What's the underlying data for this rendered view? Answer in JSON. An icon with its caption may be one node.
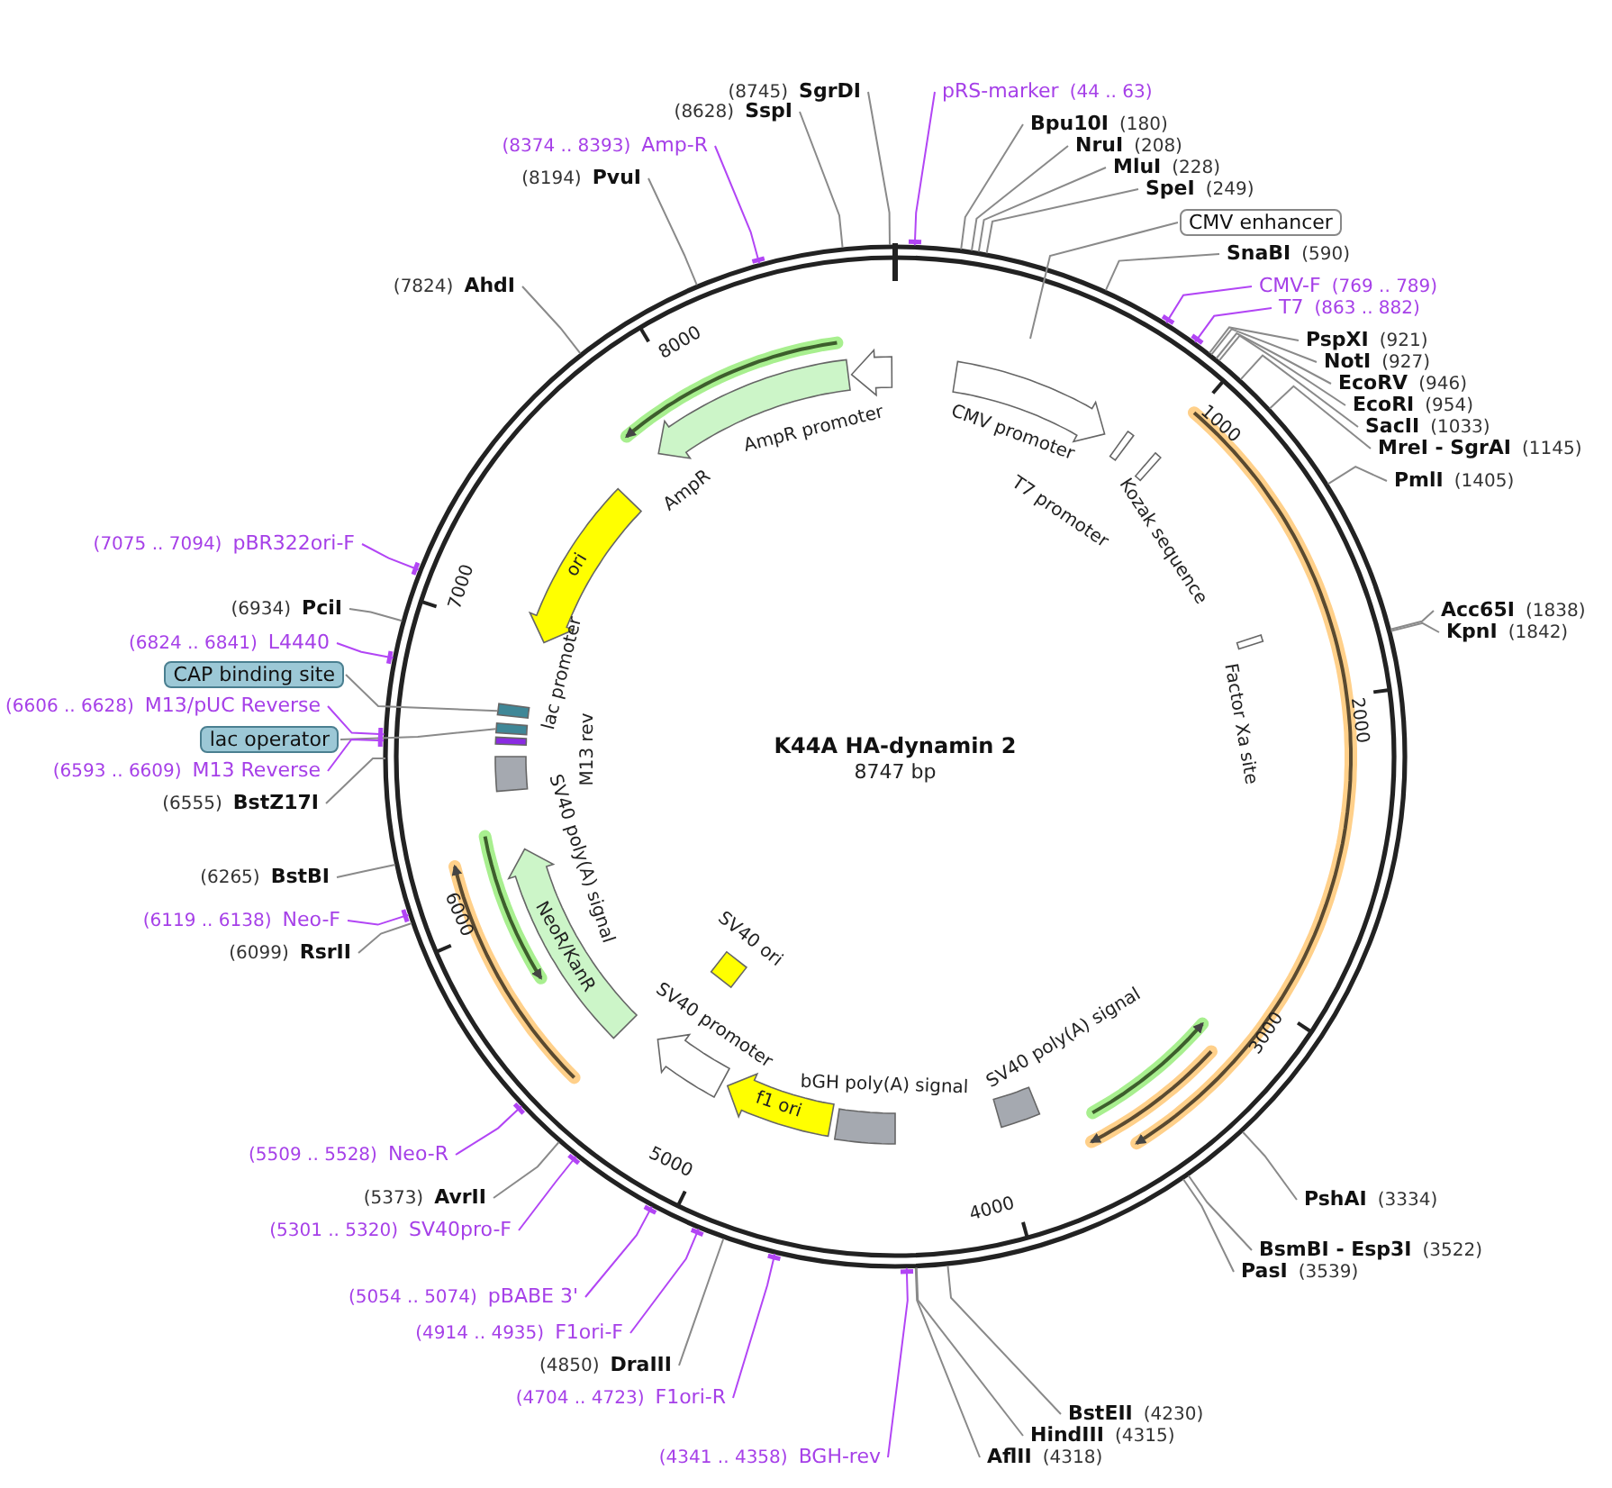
{
  "diagram": {
    "title": "K44A HA-dynamin 2",
    "nodes": [
      {
        "text": [
          "(8745)",
          "SgrDI"
        ]
      },
      {
        "text": [
          "(8628)",
          "SspI"
        ]
      },
      {
        "text": [
          "(8374 .. 8393)",
          "Amp-R"
        ]
      },
      {
        "text": [
          "(8194)",
          "PvuI"
        ]
      },
      {
        "text": [
          "(7824)",
          "AhdI"
        ]
      },
      {
        "text": [
          "(7075 .. 7094)",
          "pBR322ori-F"
        ]
      },
      {
        "text": [
          "(6934)",
          "PciI"
        ]
      },
      {
        "text": [
          "(6824 .. 6841)",
          "L4440"
        ]
      },
      {
        "text": [
          "CAP binding site"
        ]
      },
      {
        "text": [
          "(6606 .. 6628)",
          "M13/pUC Reverse"
        ]
      },
      {
        "text": [
          "lac operator"
        ]
      },
      {
        "text": [
          "(6593 .. 6609)",
          "M13 Reverse"
        ]
      },
      {
        "text": [
          "(6555)",
          "BstZ17I"
        ]
      },
      {
        "text": [
          "(6265)",
          "BstBI"
        ]
      },
      {
        "text": [
          "(6119 .. 6138)",
          "Neo-F"
        ]
      },
      {
        "text": [
          "(6099)",
          "RsrII"
        ]
      },
      {
        "text": [
          "(5509 .. 5528)",
          "Neo-R"
        ]
      },
      {
        "text": [
          "(5373)",
          "AvrII"
        ]
      },
      {
        "text": [
          "(5301 .. 5320)",
          "SV40pro-F"
        ]
      },
      {
        "text": [
          "(5054 .. 5074)",
          "pBABE 3'"
        ]
      },
      {
        "text": [
          "(4914 .. 4935)",
          "F1ori-F"
        ]
      },
      {
        "text": [
          "(4850)",
          "DraIII"
        ]
      },
      {
        "text": [
          "(4704 .. 4723)",
          "F1ori-R"
        ]
      },
      {
        "text": [
          "(4341 .. 4358)",
          "BGH-rev"
        ]
      },
      {
        "text": [
          "pRS-marker",
          "(44 .. 63)"
        ]
      },
      {
        "text": [
          "Bpu10I",
          "(180)"
        ]
      },
      {
        "text": [
          "NruI",
          "(208)"
        ]
      },
      {
        "text": [
          "MluI",
          "(228)"
        ]
      },
      {
        "text": [
          "SpeI",
          "(249)"
        ]
      },
      {
        "text": [
          "CMV enhancer"
        ]
      },
      {
        "text": [
          "SnaBI",
          "(590)"
        ]
      },
      {
        "text": [
          "CMV-F",
          "(769 .. 789)"
        ]
      },
      {
        "text": [
          "T7",
          "(863 .. 882)"
        ]
      },
      {
        "text": [
          "PspXI",
          "(921)"
        ]
      },
      {
        "text": [
          "NotI",
          "(927)"
        ]
      },
      {
        "text": [
          "EcoRV",
          "(946)"
        ]
      },
      {
        "text": [
          "EcoRI",
          "(954)"
        ]
      },
      {
        "text": [
          "SacII",
          "(1033)"
        ]
      },
      {
        "text": [
          "MreI - SgrAI",
          "(1145)"
        ]
      },
      {
        "text": [
          "PmlI",
          "(1405)"
        ]
      },
      {
        "text": [
          "Acc65I",
          "(1838)"
        ]
      },
      {
        "text": [
          "KpnI",
          "(1842)"
        ]
      },
      {
        "text": [
          "PshAI",
          "(3334)"
        ]
      },
      {
        "text": [
          "BsmBI - Esp3I",
          "(3522)"
        ]
      },
      {
        "text": [
          "PasI",
          "(3539)"
        ]
      },
      {
        "text": [
          "BstEII",
          "(4230)"
        ]
      },
      {
        "text": [
          "HindIII",
          "(4315)"
        ]
      },
      {
        "text": [
          "AflII",
          "(4318)"
        ]
      },
      {
        "text": [
          "AmpR promoter"
        ]
      },
      {
        "text": [
          "AmpR"
        ]
      },
      {
        "text": [
          "ori"
        ]
      },
      {
        "text": [
          "CMV promoter"
        ]
      },
      {
        "text": [
          "T7 promoter"
        ]
      },
      {
        "text": [
          "Kozak sequence"
        ]
      },
      {
        "text": [
          "Factor Xa site"
        ]
      },
      {
        "text": [
          "lac promoter"
        ]
      },
      {
        "text": [
          "M13 rev"
        ]
      },
      {
        "text": [
          "SV40 poly(A) signal"
        ]
      },
      {
        "text": [
          "NeoR/KanR"
        ]
      },
      {
        "text": [
          "SV40 ori"
        ]
      },
      {
        "text": [
          "SV40 promoter"
        ]
      },
      {
        "text": [
          "f1 ori"
        ]
      },
      {
        "text": [
          "bGH poly(A) signal"
        ]
      },
      {
        "text": [
          "SV40 poly(A) signal"
        ]
      },
      {
        "text": [],
        "shape": "box"
      },
      {
        "text": [],
        "shape": "box"
      }
    ],
    "edges": [
      {
        "from": 0,
        "to": null,
        "arrow": "none"
      },
      {
        "from": 1,
        "to": null,
        "arrow": "none"
      },
      {
        "from": 2,
        "to": null,
        "arrow": "none",
        "color": "#b245f5"
      },
      {
        "from": 3,
        "to": null,
        "arrow": "none"
      },
      {
        "from": 4,
        "to": null,
        "arrow": "none"
      },
      {
        "from": 5,
        "to": null,
        "arrow": "none",
        "color": "#b245f5"
      },
      {
        "from": 6,
        "to": null,
        "arrow": "none"
      },
      {
        "from": 7,
        "to": null,
        "arrow": "none",
        "color": "#b245f5"
      },
      {
        "from": 8,
        "to": 64,
        "arrow": "none"
      },
      {
        "from": 9,
        "to": null,
        "arrow": "none",
        "color": "#b245f5"
      },
      {
        "from": 10,
        "to": 65,
        "arrow": "none"
      },
      {
        "from": 11,
        "to": null,
        "arrow": "none",
        "color": "#b245f5"
      },
      {
        "from": 12,
        "to": null,
        "arrow": "none"
      },
      {
        "from": 13,
        "to": null,
        "arrow": "none"
      },
      {
        "from": 14,
        "to": null,
        "arrow": "none",
        "color": "#b245f5"
      },
      {
        "from": 15,
        "to": null,
        "arrow": "none"
      },
      {
        "from": 16,
        "to": null,
        "arrow": "none",
        "color": "#b245f5"
      },
      {
        "from": 17,
        "to": null,
        "arrow": "none"
      },
      {
        "from": 18,
        "to": null,
        "arrow": "none",
        "color": "#b245f5"
      },
      {
        "from": 19,
        "to": null,
        "arrow": "none",
        "color": "#b245f5"
      },
      {
        "from": 20,
        "to": null,
        "arrow": "none",
        "color": "#b245f5"
      },
      {
        "from": 21,
        "to": null,
        "arrow": "none"
      },
      {
        "from": 22,
        "to": null,
        "arrow": "none",
        "color": "#b245f5"
      },
      {
        "from": 23,
        "to": null,
        "arrow": "none",
        "color": "#b245f5"
      },
      {
        "from": 24,
        "to": null,
        "arrow": "none",
        "color": "#b245f5"
      },
      {
        "from": 25,
        "to": null,
        "arrow": "none"
      },
      {
        "from": 26,
        "to": null,
        "arrow": "none"
      },
      {
        "from": 27,
        "to": null,
        "arrow": "none"
      },
      {
        "from": 28,
        "to": null,
        "arrow": "none"
      },
      {
        "from": 29,
        "to": null,
        "arrow": "none"
      },
      {
        "from": 30,
        "to": null,
        "arrow": "none"
      },
      {
        "from": 31,
        "to": null,
        "arrow": "none",
        "color": "#b245f5"
      },
      {
        "from": 32,
        "to": null,
        "arrow": "none",
        "color": "#b245f5"
      },
      {
        "from": 33,
        "to": null,
        "arrow": "none"
      },
      {
        "from": 34,
        "to": null,
        "arrow": "none"
      },
      {
        "from": 35,
        "to": null,
        "arrow": "none"
      },
      {
        "from": 36,
        "to": null,
        "arrow": "none"
      },
      {
        "from": 37,
        "to": null,
        "arrow": "none"
      },
      {
        "from": 38,
        "to": null,
        "arrow": "none"
      },
      {
        "from": 39,
        "to": null,
        "arrow": "none"
      },
      {
        "from": 40,
        "to": null,
        "arrow": "none"
      },
      {
        "from": 41,
        "to": null,
        "arrow": "none"
      },
      {
        "from": 42,
        "to": null,
        "arrow": "none"
      },
      {
        "from": 43,
        "to": null,
        "arrow": "none"
      },
      {
        "from": 44,
        "to": null,
        "arrow": "none"
      },
      {
        "from": 45,
        "to": null,
        "arrow": "none"
      },
      {
        "from": 46,
        "to": null,
        "arrow": "none"
      },
      {
        "from": 47,
        "to": null,
        "arrow": "none"
      }
    ],
    "labels": [
      "8747 bp",
      "1000",
      "2000",
      "3000",
      "4000",
      "5000",
      "6000",
      "7000",
      "8000"
    ]
  }
}
